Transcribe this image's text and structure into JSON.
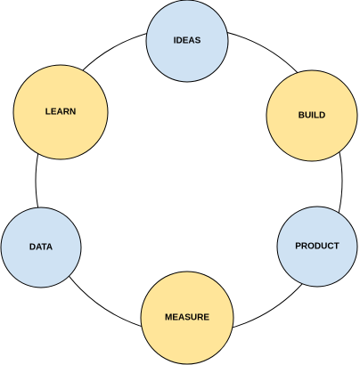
{
  "diagram": {
    "colors": {
      "blue_fill": "#cfe2f3",
      "yellow_fill": "#ffe599",
      "stroke": "#000000",
      "ring": "#000000"
    },
    "nodes": [
      {
        "id": "ideas",
        "label": "IDEAS",
        "color": "blue_fill"
      },
      {
        "id": "build",
        "label": "BUILD",
        "color": "yellow_fill"
      },
      {
        "id": "product",
        "label": "PRODUCT",
        "color": "blue_fill"
      },
      {
        "id": "measure",
        "label": "MEASURE",
        "color": "yellow_fill"
      },
      {
        "id": "data",
        "label": "DATA",
        "color": "blue_fill"
      },
      {
        "id": "learn",
        "label": "LEARN",
        "color": "yellow_fill"
      }
    ]
  }
}
